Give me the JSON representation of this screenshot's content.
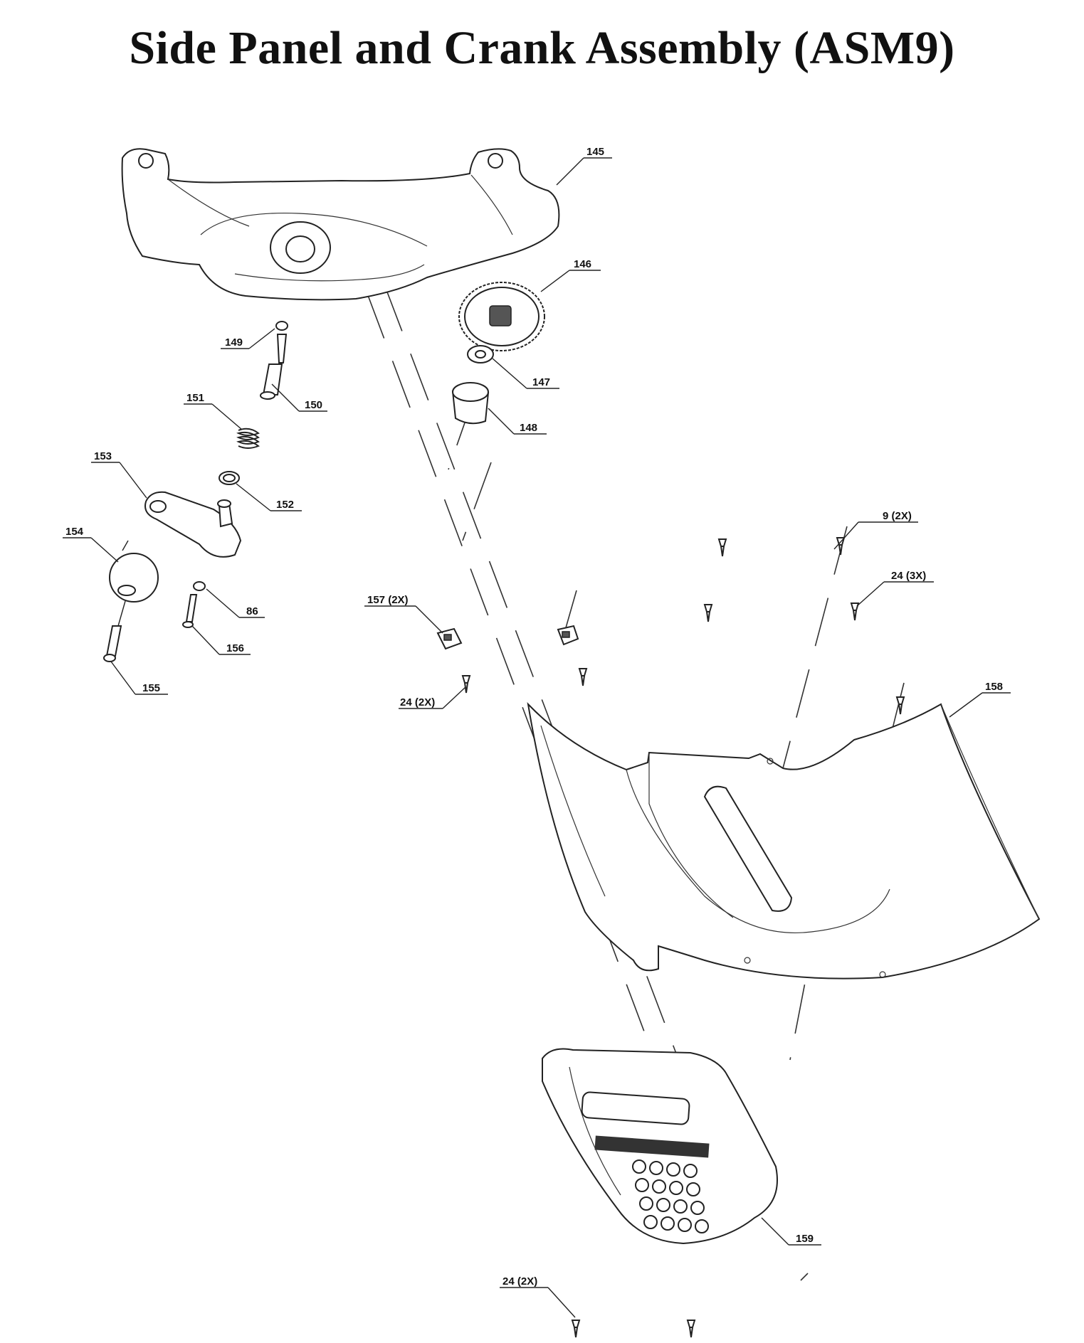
{
  "title": "Side Panel and Crank Assembly (ASM9)",
  "callouts": {
    "p145": "145",
    "p146": "146",
    "p147": "147",
    "p148": "148",
    "p149": "149",
    "p150": "150",
    "p151": "151",
    "p152": "152",
    "p153": "153",
    "p154": "154",
    "p155": "155",
    "p156": "156",
    "p86": "86",
    "p157": "157 (2X)",
    "p158": "158",
    "p159": "159",
    "screw9": "9 (2X)",
    "screw24_3x": "24 (3X)",
    "screw24_2x_mid": "24 (2X)",
    "screw24_2x_bottom": "24 (2X)"
  }
}
